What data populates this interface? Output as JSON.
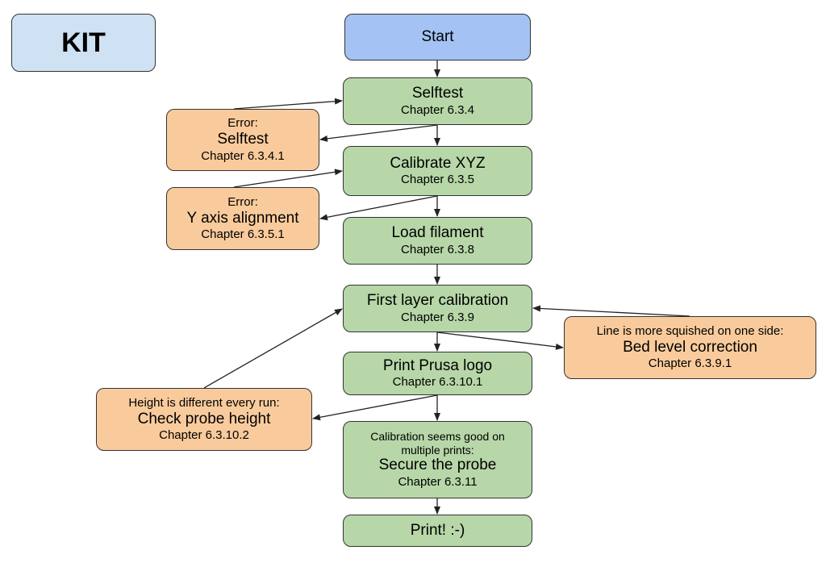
{
  "kit_label": "KIT",
  "nodes": {
    "start": {
      "title": "Start"
    },
    "selftest": {
      "title": "Selftest",
      "chapter": "Chapter 6.3.4"
    },
    "err_selftest": {
      "note": "Error:",
      "title": "Selftest",
      "chapter": "Chapter 6.3.4.1"
    },
    "calibrate_xyz": {
      "title": "Calibrate XYZ",
      "chapter": "Chapter 6.3.5"
    },
    "err_y_axis": {
      "note": "Error:",
      "title": "Y axis alignment",
      "chapter": "Chapter 6.3.5.1"
    },
    "load_filament": {
      "title": "Load filament",
      "chapter": "Chapter 6.3.8"
    },
    "first_layer": {
      "title": "First layer calibration",
      "chapter": "Chapter 6.3.9"
    },
    "bed_level": {
      "note": "Line is more squished on one side:",
      "title": "Bed level correction",
      "chapter": "Chapter 6.3.9.1"
    },
    "print_logo": {
      "title": "Print Prusa logo",
      "chapter": "Chapter 6.3.10.1"
    },
    "probe_height": {
      "note": "Height is different every run:",
      "title": "Check probe height",
      "chapter": "Chapter 6.3.10.2"
    },
    "secure_probe": {
      "note_line1": "Calibration seems good on",
      "note_line2": "multiple prints:",
      "title": "Secure the probe",
      "chapter": "Chapter 6.3.11"
    },
    "print": {
      "title": "Print! :-)"
    }
  },
  "colors": {
    "step": "#b7d7a8",
    "error": "#f9cb9c",
    "start": "#a4c2f4",
    "kit": "#cfe2f3",
    "border": "#333333"
  }
}
